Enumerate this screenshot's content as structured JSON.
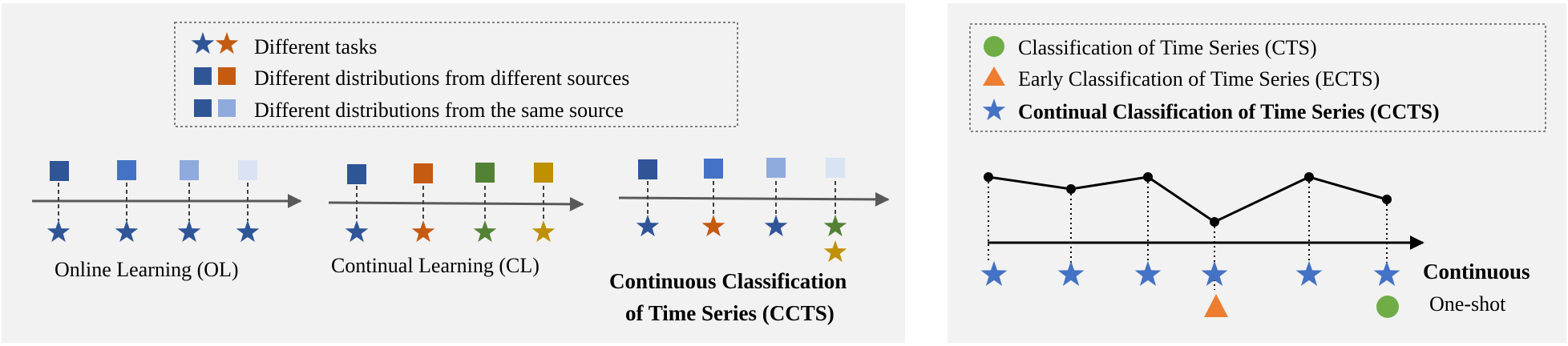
{
  "left_legend": {
    "tasks_label": "Different tasks",
    "diff_sources_label": "Different distributions from different sources",
    "same_source_label": "Different distributions from the same source"
  },
  "panels": {
    "ol_title": "Online Learning (OL)",
    "cl_title": "Continual Learning (CL)",
    "ccts_title_line1": "Continuous Classification",
    "ccts_title_line2": "of Time Series (CCTS)"
  },
  "right_legend": {
    "cts_label": "Classification of Time Series (CTS)",
    "ects_label": "Early Classification of Time Series (ECTS)",
    "ccts_label": "Continual Classification of Time Series (CCTS)"
  },
  "right_labels": {
    "continuous": "Continuous",
    "one_shot": "One-shot"
  },
  "colors": {
    "panel_bg": "#f2f2f2",
    "navy": "#2f5597",
    "blue": "#4472c4",
    "light_blue": "#8faadc",
    "pale_blue": "#dae3f3",
    "orange": "#c55a11",
    "green": "#548235",
    "gold": "#bf9000",
    "star_blue": "#4472c4",
    "triangle_orange": "#ed7d31",
    "circle_green": "#70ad47",
    "axis_gray": "#595959"
  }
}
